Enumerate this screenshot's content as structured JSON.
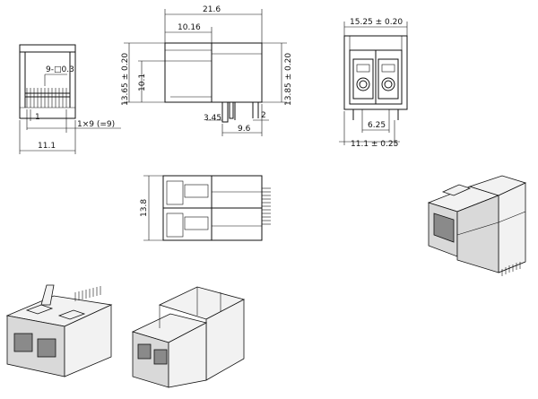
{
  "dimensions": {
    "front_pitch": "9-□0.3",
    "front_pin_w": "1",
    "front_pin_span": "1×9 (=9)",
    "front_width": "11.1",
    "side_depth": "21.6",
    "side_inner": "10.16",
    "side_h1": "13.65 ± 0.20",
    "side_h2": "10.1",
    "side_h3": "13.85 ± 0.20",
    "side_post": "3.45",
    "side_tail": "2",
    "side_tail2": "9.6",
    "rear_width": "15.25 ± 0.20",
    "rear_pin_sp": "6.25",
    "rear_bottom": "11.1 ± 0.25",
    "top_height": "13.8"
  }
}
